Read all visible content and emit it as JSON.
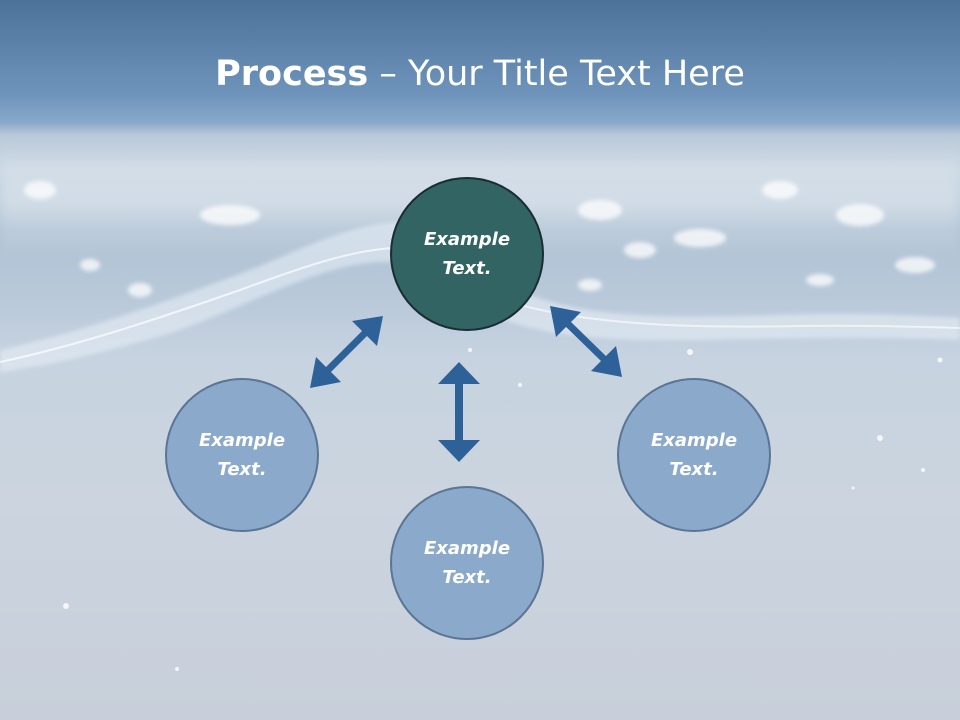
{
  "slide": {
    "title_bold": "Process",
    "title_rest": " – Your Title Text Here"
  },
  "colors": {
    "center_node_fill": "#316462",
    "outer_node_fill": "#8aa9cb",
    "arrow": "#2f6199",
    "title_text": "#ffffff"
  },
  "diagram": {
    "center": {
      "label": "Example\nText."
    },
    "left": {
      "label": "Example\nText."
    },
    "bottom": {
      "label": "Example\nText."
    },
    "right": {
      "label": "Example\nText."
    }
  }
}
